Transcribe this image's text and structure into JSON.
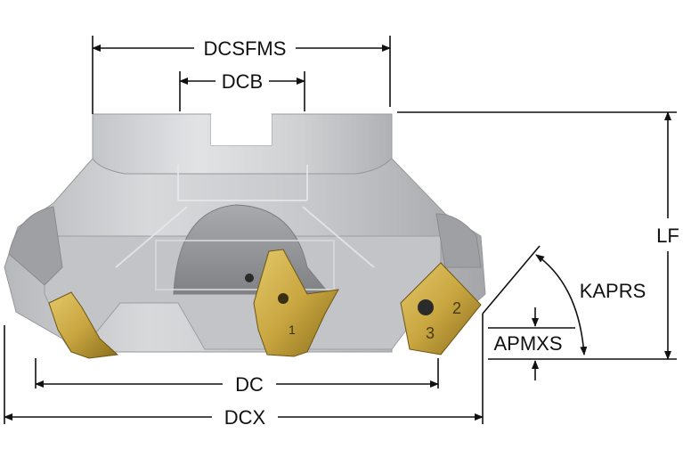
{
  "colors": {
    "body_light": "#d2d3d5",
    "body_mid": "#b3b4b7",
    "body_dark": "#8e9093",
    "insert_gold": "#c9a640",
    "insert_gold_dark": "#8a6e1c",
    "line": "#111111"
  },
  "labels": {
    "dcsfms": "DCSFMS",
    "dcb": "DCB",
    "lf": "LF",
    "kaprs": "KAPRS",
    "apmxs": "APMXS",
    "dc": "DC",
    "dcx": "DCX"
  },
  "insert_numbers": {
    "n1": "1",
    "n2": "2",
    "n3": "3"
  }
}
